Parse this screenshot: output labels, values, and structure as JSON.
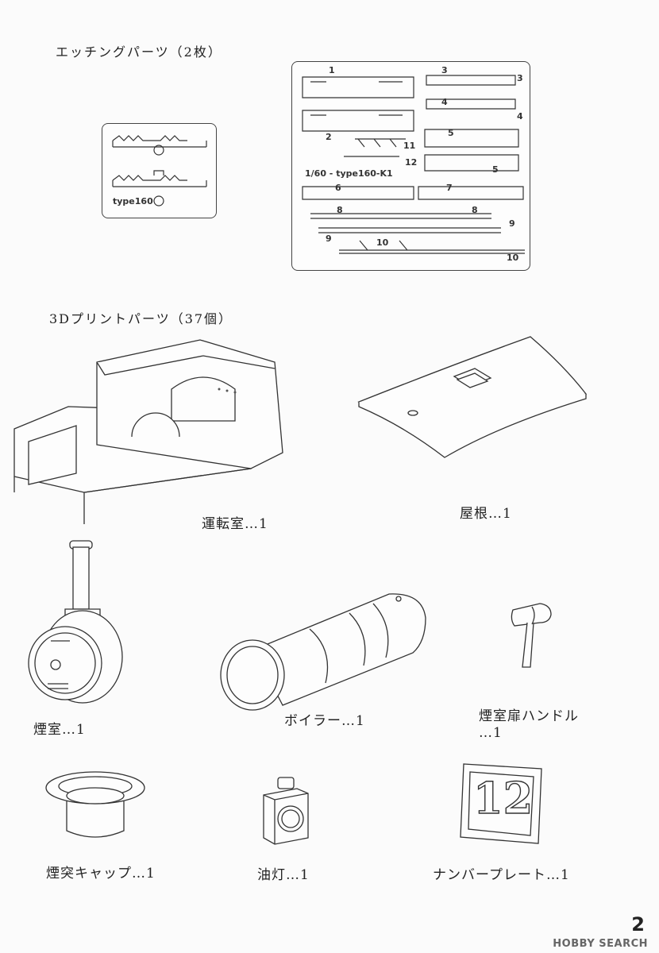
{
  "etching": {
    "heading": "エッチングパーツ（2枚）",
    "small_sheet_label": "type160",
    "large_sheet_label": "1/60 - type160-K1",
    "part_numbers": [
      "1",
      "2",
      "3",
      "3",
      "4",
      "4",
      "5",
      "5",
      "6",
      "7",
      "8",
      "8",
      "9",
      "9",
      "10",
      "10",
      "11",
      "12"
    ]
  },
  "printed": {
    "heading": "3Dプリントパーツ（37個）",
    "parts": [
      {
        "label": "運転室…1"
      },
      {
        "label": "屋根…1"
      },
      {
        "label": "煙室…1"
      },
      {
        "label": "ボイラー…1"
      },
      {
        "label": "煙室扉ハンドル",
        "label2": "…1"
      },
      {
        "label": "煙突キャップ…1"
      },
      {
        "label": "油灯…1"
      },
      {
        "label": "ナンバープレート…1"
      }
    ],
    "number_plate_value": "12"
  },
  "footer": {
    "page_number": "2",
    "watermark": "HOBBY SEARCH"
  }
}
